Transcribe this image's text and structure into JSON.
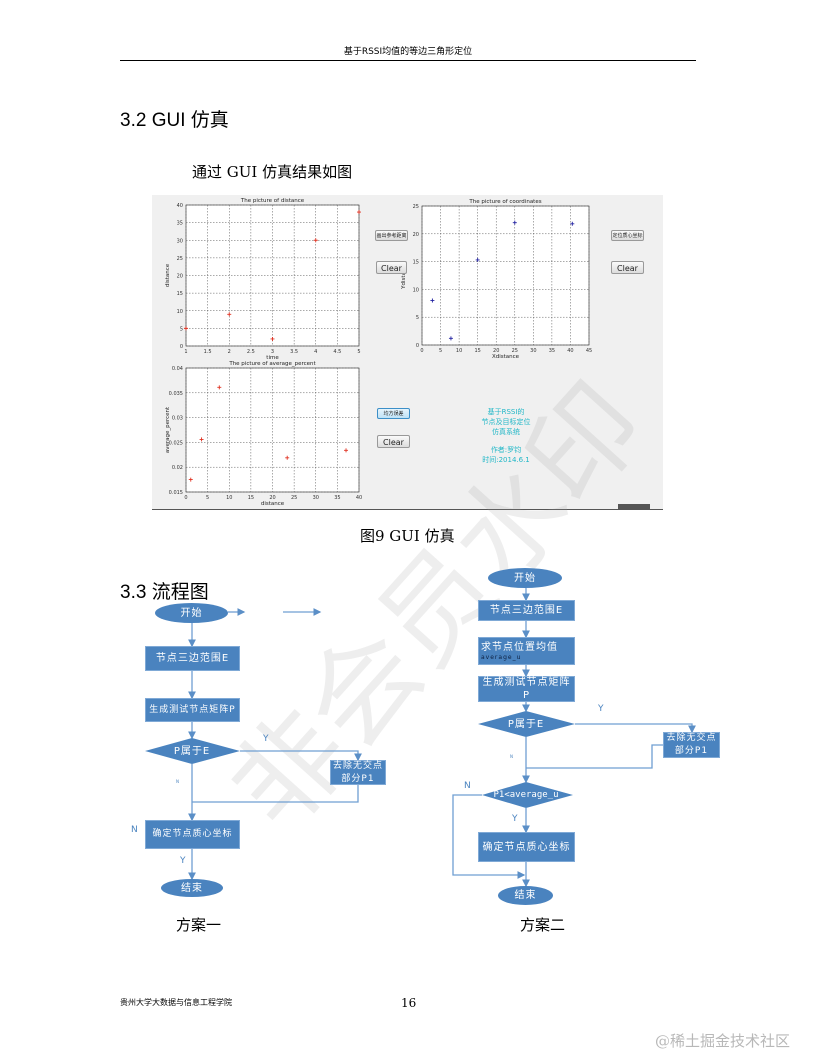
{
  "header": {
    "title": "基于RSSI均值的等边三角形定位"
  },
  "section_gui": {
    "heading": "3.2 GUI 仿真",
    "intro": "通过 GUI 仿真结果如图",
    "caption": "图9 GUI 仿真"
  },
  "gui": {
    "buttons": {
      "plot_distance": "画出参考距离",
      "locate_centroid": "定位质心坐标",
      "mean_square": "均方误差",
      "clear": "Clear"
    },
    "info": [
      "基于RSSI的",
      "节点及目标定位",
      "仿真系统",
      "",
      "作者:罗钧",
      "时间:2014.6.1"
    ],
    "plots": [
      {
        "title": "The picture of distance",
        "xlabel": "time",
        "ylabel": "distance",
        "xlim": [
          1,
          5
        ],
        "ylim": [
          0,
          40
        ],
        "xticks": [
          1,
          1.5,
          2,
          2.5,
          3,
          3.5,
          4,
          4.5,
          5
        ],
        "yticks": [
          0,
          5,
          10,
          15,
          20,
          25,
          30,
          35,
          40
        ],
        "color": "#e03020",
        "points": [
          [
            1,
            5
          ],
          [
            2,
            9
          ],
          [
            3,
            2
          ],
          [
            4,
            30
          ],
          [
            5,
            38
          ]
        ]
      },
      {
        "title": "The picture of coordinates",
        "xlabel": "Xdistance",
        "ylabel": "Ydistance",
        "xlim": [
          0,
          45
        ],
        "ylim": [
          0,
          25
        ],
        "xticks": [
          0,
          5,
          10,
          15,
          20,
          25,
          30,
          35,
          40,
          45
        ],
        "yticks": [
          0,
          5,
          10,
          15,
          20,
          25
        ],
        "color": "#2020a0",
        "points": [
          [
            2.8,
            8
          ],
          [
            7.8,
            1.2
          ],
          [
            15,
            15.3
          ],
          [
            25,
            22
          ],
          [
            40.5,
            21.8
          ]
        ]
      },
      {
        "title": "The picture of average_percent",
        "xlabel": "distance",
        "ylabel": "average_percent",
        "xlim": [
          0,
          40
        ],
        "ylim": [
          0.015,
          0.04
        ],
        "xticks": [
          0,
          5,
          10,
          15,
          20,
          25,
          30,
          35,
          40
        ],
        "yticks": [
          0.015,
          0.02,
          0.025,
          0.03,
          0.035,
          0.04
        ],
        "color": "#e03020",
        "points": [
          [
            1.1,
            0.0175
          ],
          [
            3.6,
            0.0256
          ],
          [
            7.7,
            0.0361
          ],
          [
            23.4,
            0.0219
          ],
          [
            37,
            0.0234
          ]
        ]
      }
    ]
  },
  "section_flow": {
    "heading": "3.3  流程图",
    "caption_1": "方案一",
    "caption_2": "方案二"
  },
  "flow1": {
    "start": "开始",
    "range": "节点三边范围E",
    "matrix": "生成测试节点矩阵P",
    "decision": "P属于E",
    "remove": "去除无交点部分P1",
    "centroid": "确定节点质心坐标",
    "end": "结束",
    "y1": "Y",
    "n1": "N",
    "n2": "N",
    "y2": "Y"
  },
  "flow2": {
    "start": "开始",
    "range": "节点三边范围E",
    "mean": "求节点位置均值",
    "mean_sub": "average_u",
    "matrix": "生成测试节点矩阵P",
    "decision": "P属于E",
    "remove": "去除无交点部分P1",
    "decision2": "P1<average_u",
    "centroid": "确定节点质心坐标",
    "end": "结束",
    "y1": "Y",
    "n1": "N",
    "n2": "N",
    "y2": "Y"
  },
  "footer": {
    "institution": "贵州大学大数据与信息工程学院",
    "page_number": "16"
  },
  "watermark": "非会员水印",
  "site_watermark": "@稀土掘金技术社区"
}
